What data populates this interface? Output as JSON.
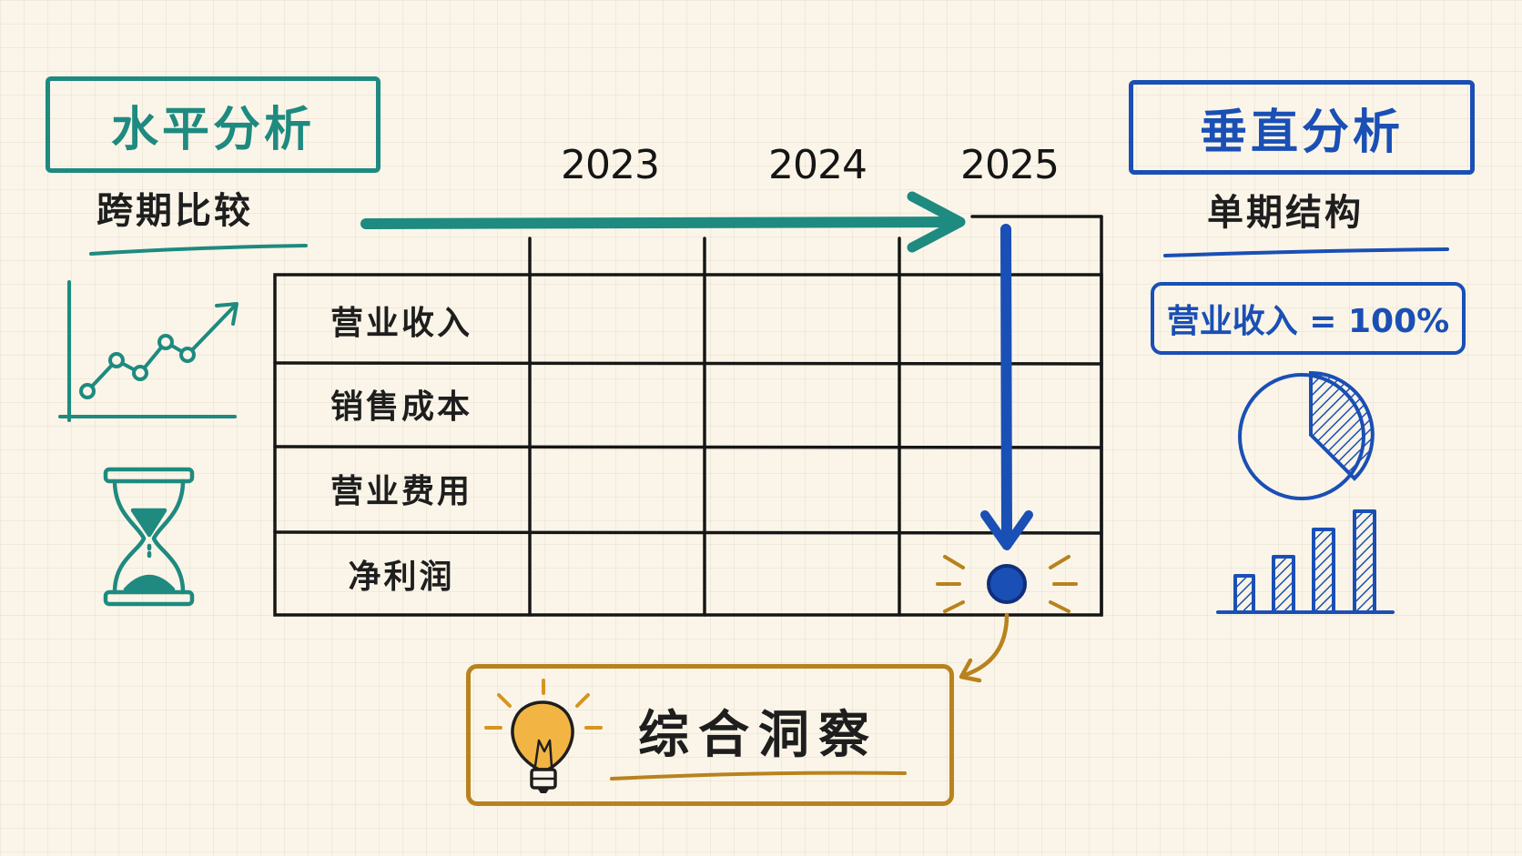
{
  "horizontal": {
    "title": "水平分析",
    "subtitle": "跨期比较"
  },
  "vertical": {
    "title": "垂直分析",
    "subtitle": "单期结构",
    "base_label": "营业收入 = 100%"
  },
  "table": {
    "years": [
      "2023",
      "2024",
      "2025"
    ],
    "rows": [
      "营业收入",
      "销售成本",
      "营业费用",
      "净利润"
    ]
  },
  "insight": {
    "label": "综合洞察"
  },
  "colors": {
    "teal": "#1e8a80",
    "blue": "#1a4fb5",
    "gold": "#b8821e",
    "ink": "#1e1e1e"
  },
  "icons": [
    "trend-line-icon",
    "hourglass-icon",
    "pie-chart-icon",
    "bar-chart-icon",
    "lightbulb-icon"
  ]
}
